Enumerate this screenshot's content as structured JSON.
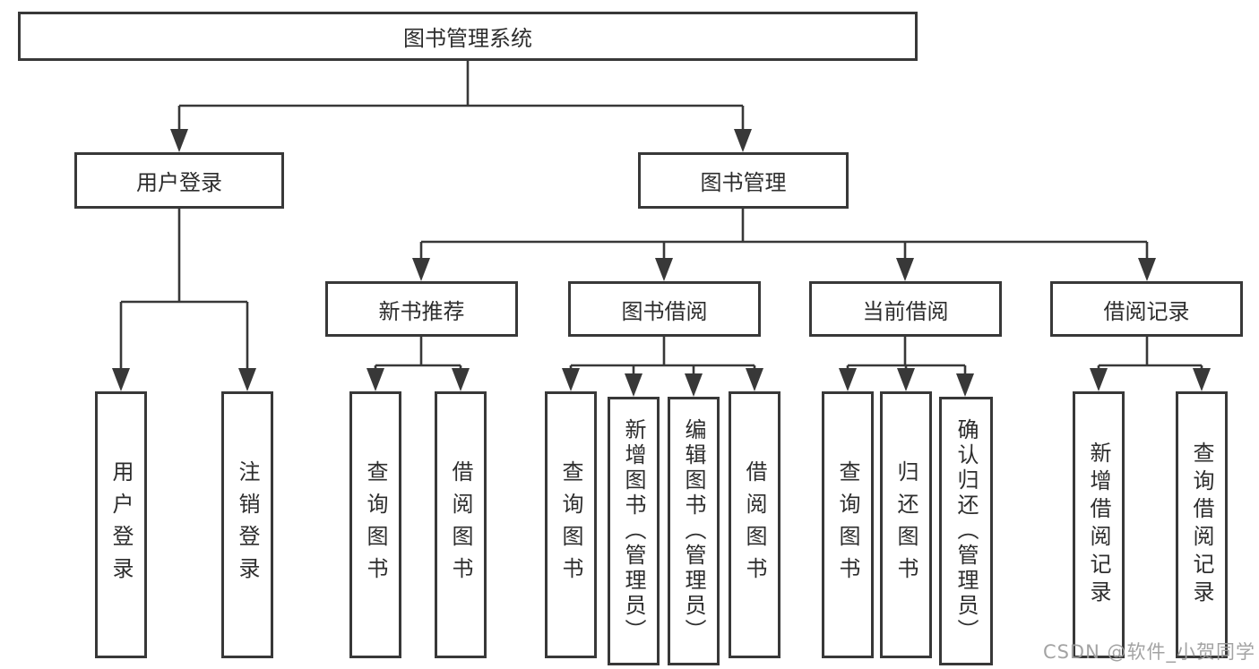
{
  "tree": {
    "root": "图书管理系统",
    "branches": [
      {
        "label": "用户登录",
        "leaves": [
          "用户登录",
          "注销登录"
        ]
      },
      {
        "label": "图书管理",
        "sections": [
          {
            "label": "新书推荐",
            "leaves": [
              "查询图书",
              "借阅图书"
            ]
          },
          {
            "label": "图书借阅",
            "leaves": [
              "查询图书",
              "新增图书（管理员）",
              "编辑图书（管理员）",
              "借阅图书"
            ]
          },
          {
            "label": "当前借阅",
            "leaves": [
              "查询图书",
              "归还图书",
              "确认归还（管理员）"
            ]
          },
          {
            "label": "借阅记录",
            "leaves": [
              "新增借阅记录",
              "查询借阅记录"
            ]
          }
        ]
      }
    ]
  },
  "watermark": {
    "text": "CSDN @软件_小贺同学"
  },
  "colors": {
    "line": "#383838",
    "box_border": "#383838",
    "box_background": "#ffffff",
    "text": "#2d2d2d",
    "watermark": "#9e9e9e"
  }
}
